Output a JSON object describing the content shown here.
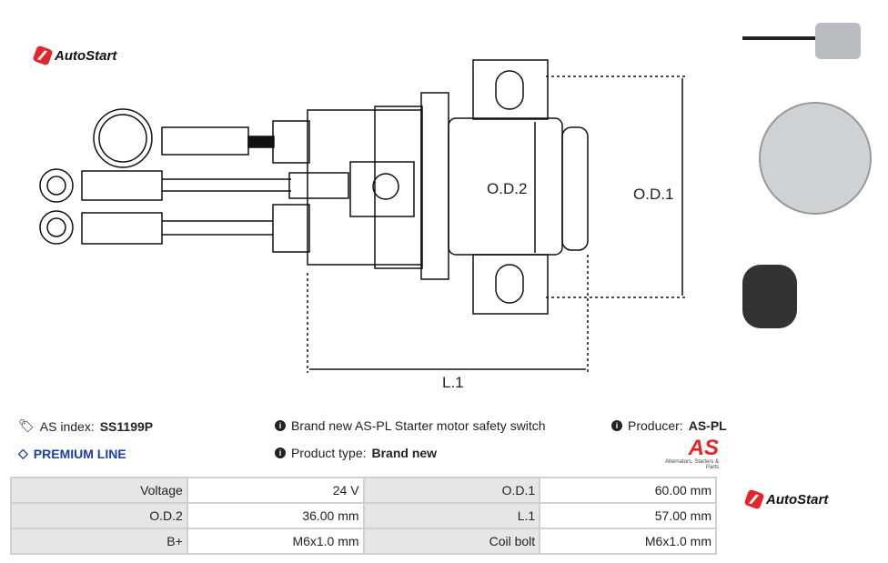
{
  "logo": {
    "text": "AutoStart"
  },
  "diagram": {
    "od1": "O.D.1",
    "od2": "O.D.2",
    "l1": "L.1"
  },
  "info": {
    "as_index_label": "AS index:",
    "as_index_value": "SS1199P",
    "premium": "PREMIUM LINE",
    "description": "Brand new AS-PL Starter motor safety switch",
    "product_type_label": "Product type:",
    "product_type_value": "Brand new",
    "producer_label": "Producer:",
    "producer_value": "AS-PL",
    "producer_logo": "AS",
    "producer_tagline": "Alternators, Starters & Parts"
  },
  "specs": [
    {
      "l1": "Voltage",
      "v1": "24 V",
      "l2": "O.D.1",
      "v2": "60.00 mm"
    },
    {
      "l1": "O.D.2",
      "v1": "36.00 mm",
      "l2": "L.1",
      "v2": "57.00 mm"
    },
    {
      "l1": "B+",
      "v1": "M6x1.0 mm",
      "l2": "Coil bolt",
      "v2": "M6x1.0 mm"
    }
  ],
  "colors": {
    "brand_red": "#e3262b",
    "premium_blue": "#1a3fa6"
  }
}
